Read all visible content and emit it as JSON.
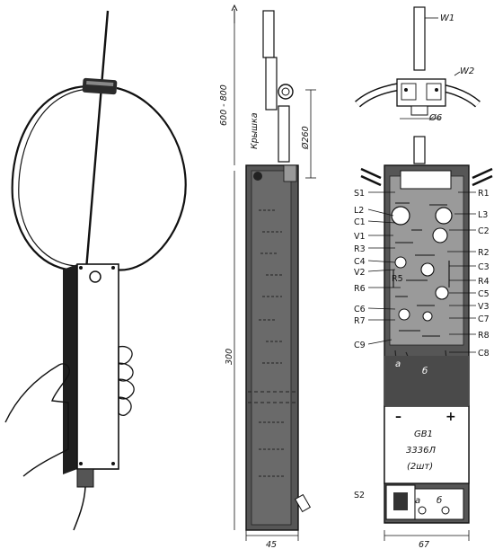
{
  "labels": {
    "W1": "W1",
    "W2": "W2",
    "phi6": "Ø6",
    "S1": "S1",
    "R1": "R1",
    "L2": "L2",
    "L3": "L3",
    "C1": "C1",
    "C2": "C2",
    "V1": "V1",
    "R3": "R3",
    "R2": "R2",
    "C4": "C4",
    "C3": "C3",
    "V2": "V2",
    "R4": "R4",
    "R5": "R5",
    "R6": "R6",
    "C5": "C5",
    "V3": "V3",
    "C6": "C6",
    "C7": "C7",
    "R7": "R7",
    "R8": "R8",
    "C9": "C9",
    "C8": "C8",
    "batt_a": "а",
    "batt_b": "б",
    "battery_name": "GB1",
    "battery_type": "3336Л",
    "battery_qty": "(2шт)",
    "minus": "–",
    "plus": "+",
    "S2": "S2",
    "s2_a": "а",
    "s2_b": "б"
  },
  "dimensions": {
    "length_antenna": "600 - 800",
    "lid": "Крышка",
    "loop_diameter": "Ø260",
    "body_length": "300",
    "width_side": "45",
    "width_front": "67"
  }
}
